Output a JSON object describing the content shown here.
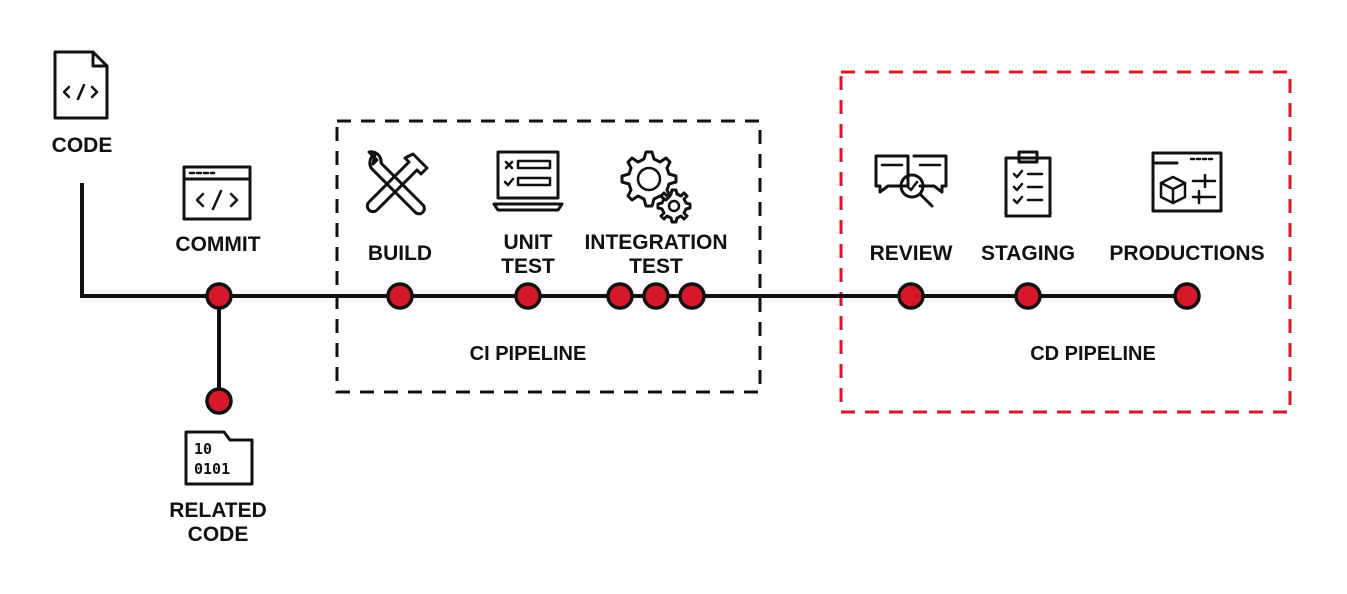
{
  "colors": {
    "accent": "#d7182a",
    "ink": "#111111",
    "background": "#ffffff"
  },
  "nodes": {
    "code": {
      "label": "CODE",
      "icon": "code-file-icon"
    },
    "commit": {
      "label": "COMMIT",
      "icon": "code-window-icon"
    },
    "related_code": {
      "line1": "RELATED",
      "line2": "CODE",
      "icon": "binary-folder-icon"
    },
    "build": {
      "label": "BUILD",
      "icon": "tools-icon"
    },
    "unit_test": {
      "line1": "UNIT",
      "line2": "TEST",
      "icon": "test-laptop-icon"
    },
    "integration_test": {
      "line1": "INTEGRATION",
      "line2": "TEST",
      "icon": "gears-icon"
    },
    "review": {
      "label": "REVIEW",
      "icon": "review-search-icon"
    },
    "staging": {
      "label": "STAGING",
      "icon": "checklist-clipboard-icon"
    },
    "productions": {
      "label": "PRODUCTIONS",
      "icon": "package-window-icon"
    }
  },
  "groups": {
    "ci": {
      "label": "CI PIPELINE"
    },
    "cd": {
      "label": "CD PIPELINE"
    }
  }
}
